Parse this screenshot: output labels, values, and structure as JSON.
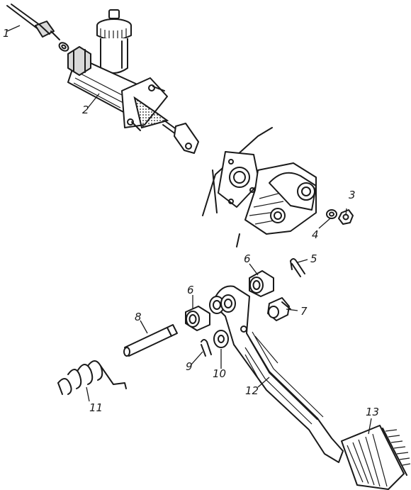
{
  "diagram": {
    "callouts": [
      {
        "id": "c1",
        "text": "1"
      },
      {
        "id": "c2",
        "text": "2"
      },
      {
        "id": "c3",
        "text": "3"
      },
      {
        "id": "c4",
        "text": "4"
      },
      {
        "id": "c5",
        "text": "5"
      },
      {
        "id": "c6a",
        "text": "6"
      },
      {
        "id": "c6b",
        "text": "6"
      },
      {
        "id": "c7",
        "text": "7"
      },
      {
        "id": "c8",
        "text": "8"
      },
      {
        "id": "c9",
        "text": "9"
      },
      {
        "id": "c10",
        "text": "10"
      },
      {
        "id": "c11",
        "text": "11"
      },
      {
        "id": "c12",
        "text": "12"
      },
      {
        "id": "c13",
        "text": "13"
      }
    ]
  }
}
